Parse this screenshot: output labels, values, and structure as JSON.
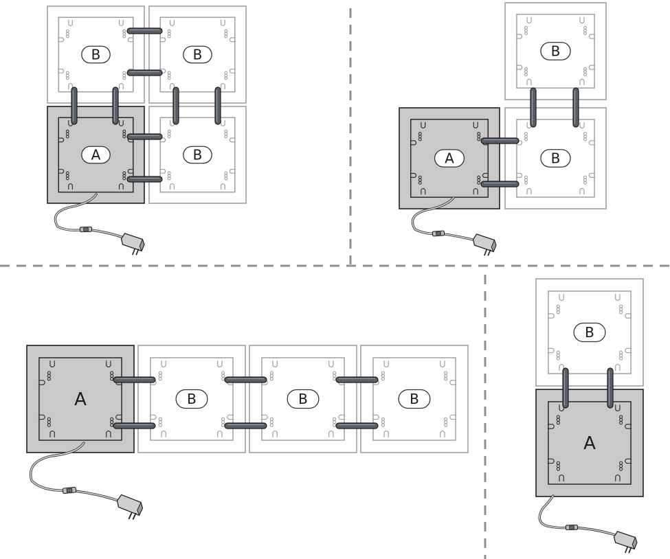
{
  "colors": {
    "background": "#ffffff",
    "main_panel_fill": "#c9c9c9",
    "main_panel_stroke": "#1f1f1f",
    "extension_panel_stroke": "#a9a9a9",
    "connector_fill": "#5a5f66",
    "divider": "#8f8f8f",
    "cable": "#555555"
  },
  "labels": {
    "main": "A",
    "extension": "B"
  },
  "configurations": [
    {
      "name": "grid-2x2",
      "main_panels": 1,
      "extension_panels": 3
    },
    {
      "name": "l-shape",
      "main_panels": 1,
      "extension_panels": 2
    },
    {
      "name": "row-of-four",
      "main_panels": 1,
      "extension_panels": 3
    },
    {
      "name": "vertical-pair",
      "main_panels": 1,
      "extension_panels": 1
    }
  ],
  "icons": [
    "power-adapter-icon",
    "inline-switch-icon",
    "power-cable-icon",
    "connector-bar-icon"
  ]
}
